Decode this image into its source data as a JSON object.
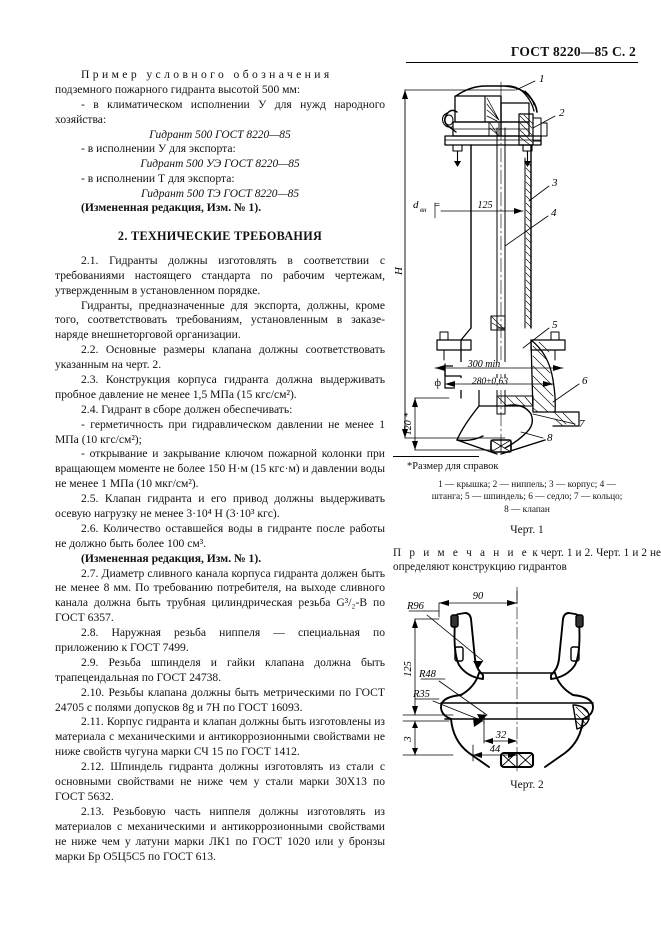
{
  "header": {
    "title": "ГОСТ 8220—85 С. 2"
  },
  "left_column": {
    "intro": {
      "line1_spaced": "Пример условного обозначения",
      "line1_rest": "подземного пожарного гидранта высотой 500 мм:",
      "item1": "- в климатическом исполнении У для нужд народного хозяйства:",
      "mark1": "Гидрант 500 ГОСТ 8220—85",
      "item2": "- в исполнении У для экспорта:",
      "mark2": "Гидрант 500 УЭ ГОСТ 8220—85",
      "item3": "- в исполнении Т для экспорта:",
      "mark3": "Гидрант 500 ТЭ ГОСТ 8220—85",
      "amend": "(Измененная редакция, Изм. № 1)."
    },
    "section_heading": "2. ТЕХНИЧЕСКИЕ ТРЕБОВАНИЯ",
    "clauses": [
      "2.1. Гидранты должны изготовлять в соответствии с требованиями настоящего стандарта по рабочим чертежам, утвержденным в установленном порядке.",
      "Гидранты, предназначенные для экспорта, должны, кроме того, соответствовать требованиям, установленным в заказе-наряде внешнеторговой организации.",
      "2.2. Основные размеры клапана должны соответствовать указанным на черт. 2.",
      "2.3. Конструкция корпуса гидранта должна выдерживать пробное давление не менее 1,5 МПа (15 кгс/см²).",
      "2.4. Гидрант в сборе должен обеспечивать:",
      "- герметичность при гидравлическом давлении не менее 1 МПа (10 кгс/см²);",
      "- открывание и закрывание ключом пожарной колонки при вращающем моменте не более 150 Н·м (15 кгс·м) и давлении воды не менее 1 МПа (10 мкг/см²).",
      "2.5. Клапан гидранта и его привод должны выдерживать осевую нагрузку не менее 3·10⁴ Н (3·10³ кгс).",
      "2.6. Количество оставшейся воды в гидранте после работы не должно быть более 100 см³."
    ],
    "amend2": "(Измененная редакция, Изм. № 1).",
    "clauses2": [
      "2.7. Диаметр сливного канала корпуса гидранта должен быть не менее 8 мм. По требованию потребителя, на выходе сливного канала должна быть трубная цилиндрическая резьба G³/₂-В по ГОСТ 6357.",
      "2.8. Наружная резьба ниппеля — специальная по приложению к ГОСТ 7499.",
      "2.9. Резьба шпинделя и гайки клапана должна быть трапецеидальная по ГОСТ 24738.",
      "2.10. Резьбы клапана должны быть метрическими по ГОСТ 24705 с полями допусков 8g и 7Н по ГОСТ 16093.",
      "2.11. Корпус гидранта и клапан должны быть изготовлены из материала с механическими и антикоррозионными свойствами не ниже свойств чугуна марки СЧ 15 по ГОСТ 1412.",
      "2.12. Шпиндель гидранта должны изготовлять из стали с основными свойствами не ниже чем у стали марки 30Х13 по ГОСТ 5632.",
      "2.13. Резьбовую часть ниппеля должны изготовлять из материалов с механическими и антикоррозионными свойствами не ниже чем у латуни марки ЛК1 по ГОСТ 1020 или у бронзы марки Бр О5Ц5С5 по ГОСТ 613."
    ]
  },
  "figure1": {
    "callouts": [
      "1",
      "2",
      "3",
      "4",
      "5",
      "6",
      "7",
      "8"
    ],
    "dim_height": "H",
    "dim_inner": "d",
    "dim_inner_sub": "вн",
    "dim_inner_eq": "=",
    "dim_inner_value": "125",
    "dim_300": "300 min",
    "dim_diameter": "ф 280±0,63",
    "dim_120": "120 *",
    "footnote": "*Размер для справок",
    "legend_line1": "1 — крышка;   2 — ниппель;   3 — корпус; 4 —",
    "legend_line2": "штанга; 5 — шпиндель; 6 — седло; 7 — кольцо;",
    "legend_line3": "8 — клапан",
    "caption": "Черт. 1"
  },
  "figure2": {
    "dim_90": "90",
    "dim_r96": "R96",
    "dim_125": "125",
    "dim_r48": "R48",
    "dim_r35": "R35",
    "dim_3": "3",
    "dim_32": "32",
    "dim_44": "44",
    "caption": "Черт. 2"
  },
  "note": {
    "label": "П р и м е ч а н и е",
    "ref": "к черт. 1 и 2.",
    "body": "Черт. 1 и 2 не определяют конструкцию гидрантов"
  }
}
